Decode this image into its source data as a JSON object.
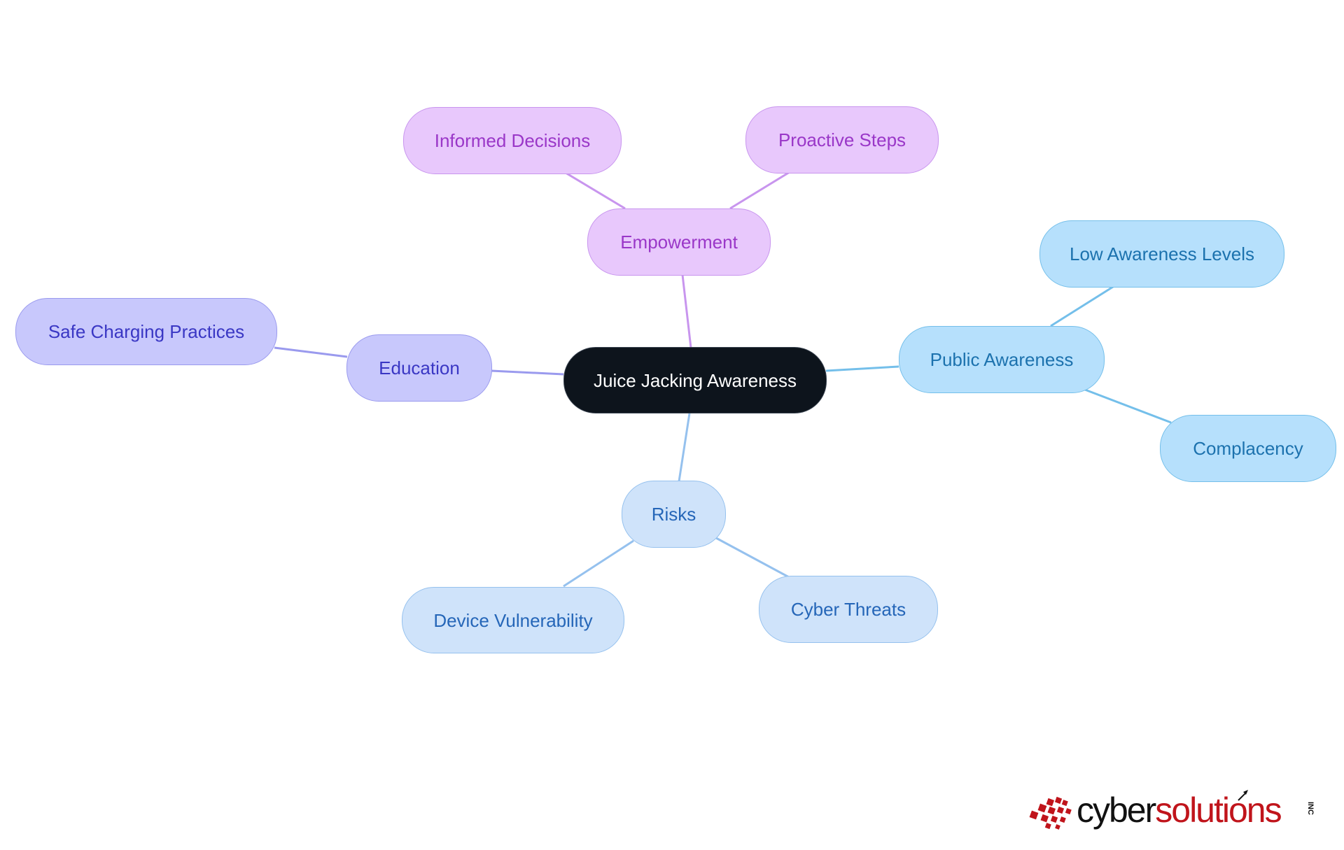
{
  "diagram": {
    "type": "mind-map",
    "root": {
      "id": "root",
      "label": "Juice Jacking Awareness",
      "color": "#0d141c"
    },
    "nodes": [
      {
        "id": "empowerment",
        "label": "Empowerment",
        "parent": "root",
        "color": "#e8c8fc",
        "edge_color": "#c895ee"
      },
      {
        "id": "informed",
        "label": "Informed Decisions",
        "parent": "empowerment",
        "color": "#e8c8fc",
        "edge_color": "#c895ee"
      },
      {
        "id": "proactive",
        "label": "Proactive Steps",
        "parent": "empowerment",
        "color": "#e8c8fc",
        "edge_color": "#c895ee"
      },
      {
        "id": "education",
        "label": "Education",
        "parent": "root",
        "color": "#c8c8fc",
        "edge_color": "#9a9aee"
      },
      {
        "id": "safe",
        "label": "Safe Charging Practices",
        "parent": "education",
        "color": "#c8c8fc",
        "edge_color": "#9a9aee"
      },
      {
        "id": "public",
        "label": "Public Awareness",
        "parent": "root",
        "color": "#b6e0fc",
        "edge_color": "#74bfea"
      },
      {
        "id": "low",
        "label": "Low Awareness Levels",
        "parent": "public",
        "color": "#b6e0fc",
        "edge_color": "#74bfea"
      },
      {
        "id": "complacency",
        "label": "Complacency",
        "parent": "public",
        "color": "#b6e0fc",
        "edge_color": "#74bfea"
      },
      {
        "id": "risks",
        "label": "Risks",
        "parent": "root",
        "color": "#cfe3fa",
        "edge_color": "#95c1ee"
      },
      {
        "id": "device",
        "label": "Device Vulnerability",
        "parent": "risks",
        "color": "#cfe3fa",
        "edge_color": "#95c1ee"
      },
      {
        "id": "cyber",
        "label": "Cyber Threats",
        "parent": "risks",
        "color": "#cfe3fa",
        "edge_color": "#95c1ee"
      }
    ]
  },
  "logo": {
    "text_dark": "cyber",
    "text_red": "solutions",
    "suffix": "INC",
    "colors": {
      "dark": "#111111",
      "red": "#c0141b"
    }
  }
}
